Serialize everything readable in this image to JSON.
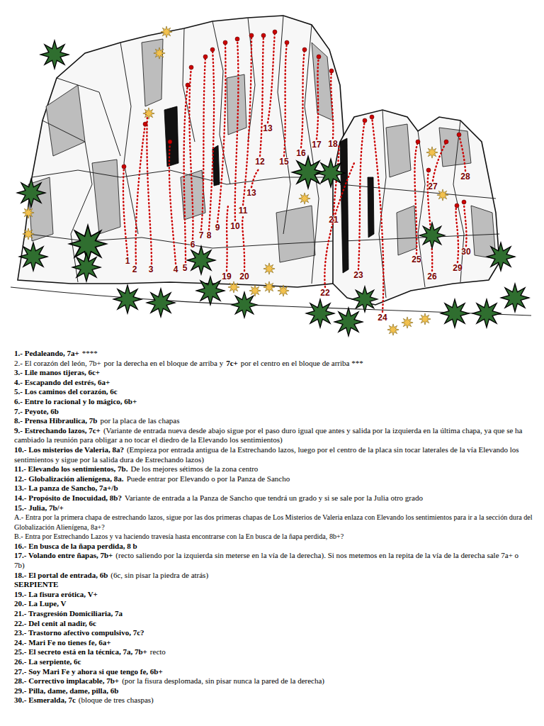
{
  "diagram": {
    "labels": [
      "1",
      "2",
      "3",
      "4",
      "5",
      "6",
      "7",
      "8",
      "9",
      "10",
      "11",
      "12",
      "13",
      "13",
      "15",
      "16",
      "17",
      "18",
      "19",
      "20",
      "21",
      "22",
      "23",
      "24",
      "25",
      "26",
      "27",
      "28",
      "29",
      "30",
      "1.- Pedaleando, 7a+",
      "****",
      "2.- El corazón del león, 7b+",
      "por la derecha en el bloque de arriba y",
      "7c+",
      "por el centro en el bloque de arriba ***",
      "3.- Lile manos tijeras, 6c+",
      "4.- Escapando del estrés, 6a+",
      "5.- Los caminos del corazón, 6c",
      "6.- Entre lo racional y lo mágico, 6b+",
      "7.- Peyote, 6b",
      "8.- Prensa Hibraulica, 7b",
      "por la placa de las chapas",
      "9.- Estrechando lazos, 7c+",
      "(Variante de entrada nueva desde abajo sigue por el paso duro igual que antes y salida por la izquierda en la última chapa, ya que se ha cambiado la reunión para obligar a no tocar el diedro de la Elevando los sentimientos)",
      "10.- Los misterios de Valeria, 8a?",
      "(Empieza por entrada antigua de la Estrechando lazos, luego por el centro de la placa sin tocar laterales de la vía Elevando los sentimientos y sigue por la salida dura de Estrechando lazos)",
      "11.- Elevando los sentimientos, 7b.",
      "De los mejores sétimos de la zona centro",
      "12.- Globalización alienígena, 8a.",
      "Puede entrar por Elevando o por la Panza de Sancho",
      "13.- La panza de Sancho, 7a+/b",
      "14.- Propósito de Inocuidad, 8b?",
      "Variante de entrada a la Panza de Sancho que tendrá un grado y si se sale por la Julia otro grado",
      "15.- Julia, 7b/+",
      "A.- Entra por la primera chapa de estrechando lazos, sigue por las dos primeras chapas de Los Misterios de Valeria enlaza con Elevando los sentimientos para ir a la sección dura del Globalización Alienígena, 8a+?",
      "B.- Entra por Estrechando Lazos y va haciendo travesía hasta encontrarse con la En busca de la ñapa perdida, 8b+?",
      "16.- En busca de la ñapa perdida, 8 b",
      "17.- Volando entre ñapas, 7b+",
      "(recto saliendo por la izquierda sin meterse en la vía de la derecha). Si nos metemos en la repita de la vía de la derecha sale 7a+ o 7b)",
      "18.- El portal de entrada, 6b",
      "(6c, sin pisar la piedra de atrás)",
      "SERPIENTE",
      "19.- La fisura erótica, V+",
      "20.- La Lupe, V",
      "21.- Trasgresión Domiciliaria, 7a",
      "22.- Del cenit al nadir, 6c",
      "23.- Trastorno afectivo compulsivo, 7c?",
      "24.- Mari Fe no tienes fe, 6a+",
      "25.- El secreto está en la técnica, 7a, 7b+",
      "recto",
      "26.- La serpiente, 6c",
      "27.- Soy Mari Fe y ahora si que tengo fe, 6b+",
      "28.- Correctivo implacable, 7b+",
      "(por la fisura desplomada, sin pisar nunca la pared de la derecha)",
      "29.- Pilla, dame, dame, pilla, 6b",
      "30.- Esmeralda, 7c",
      "(bloque de tres chaspas)"
    ]
  }
}
